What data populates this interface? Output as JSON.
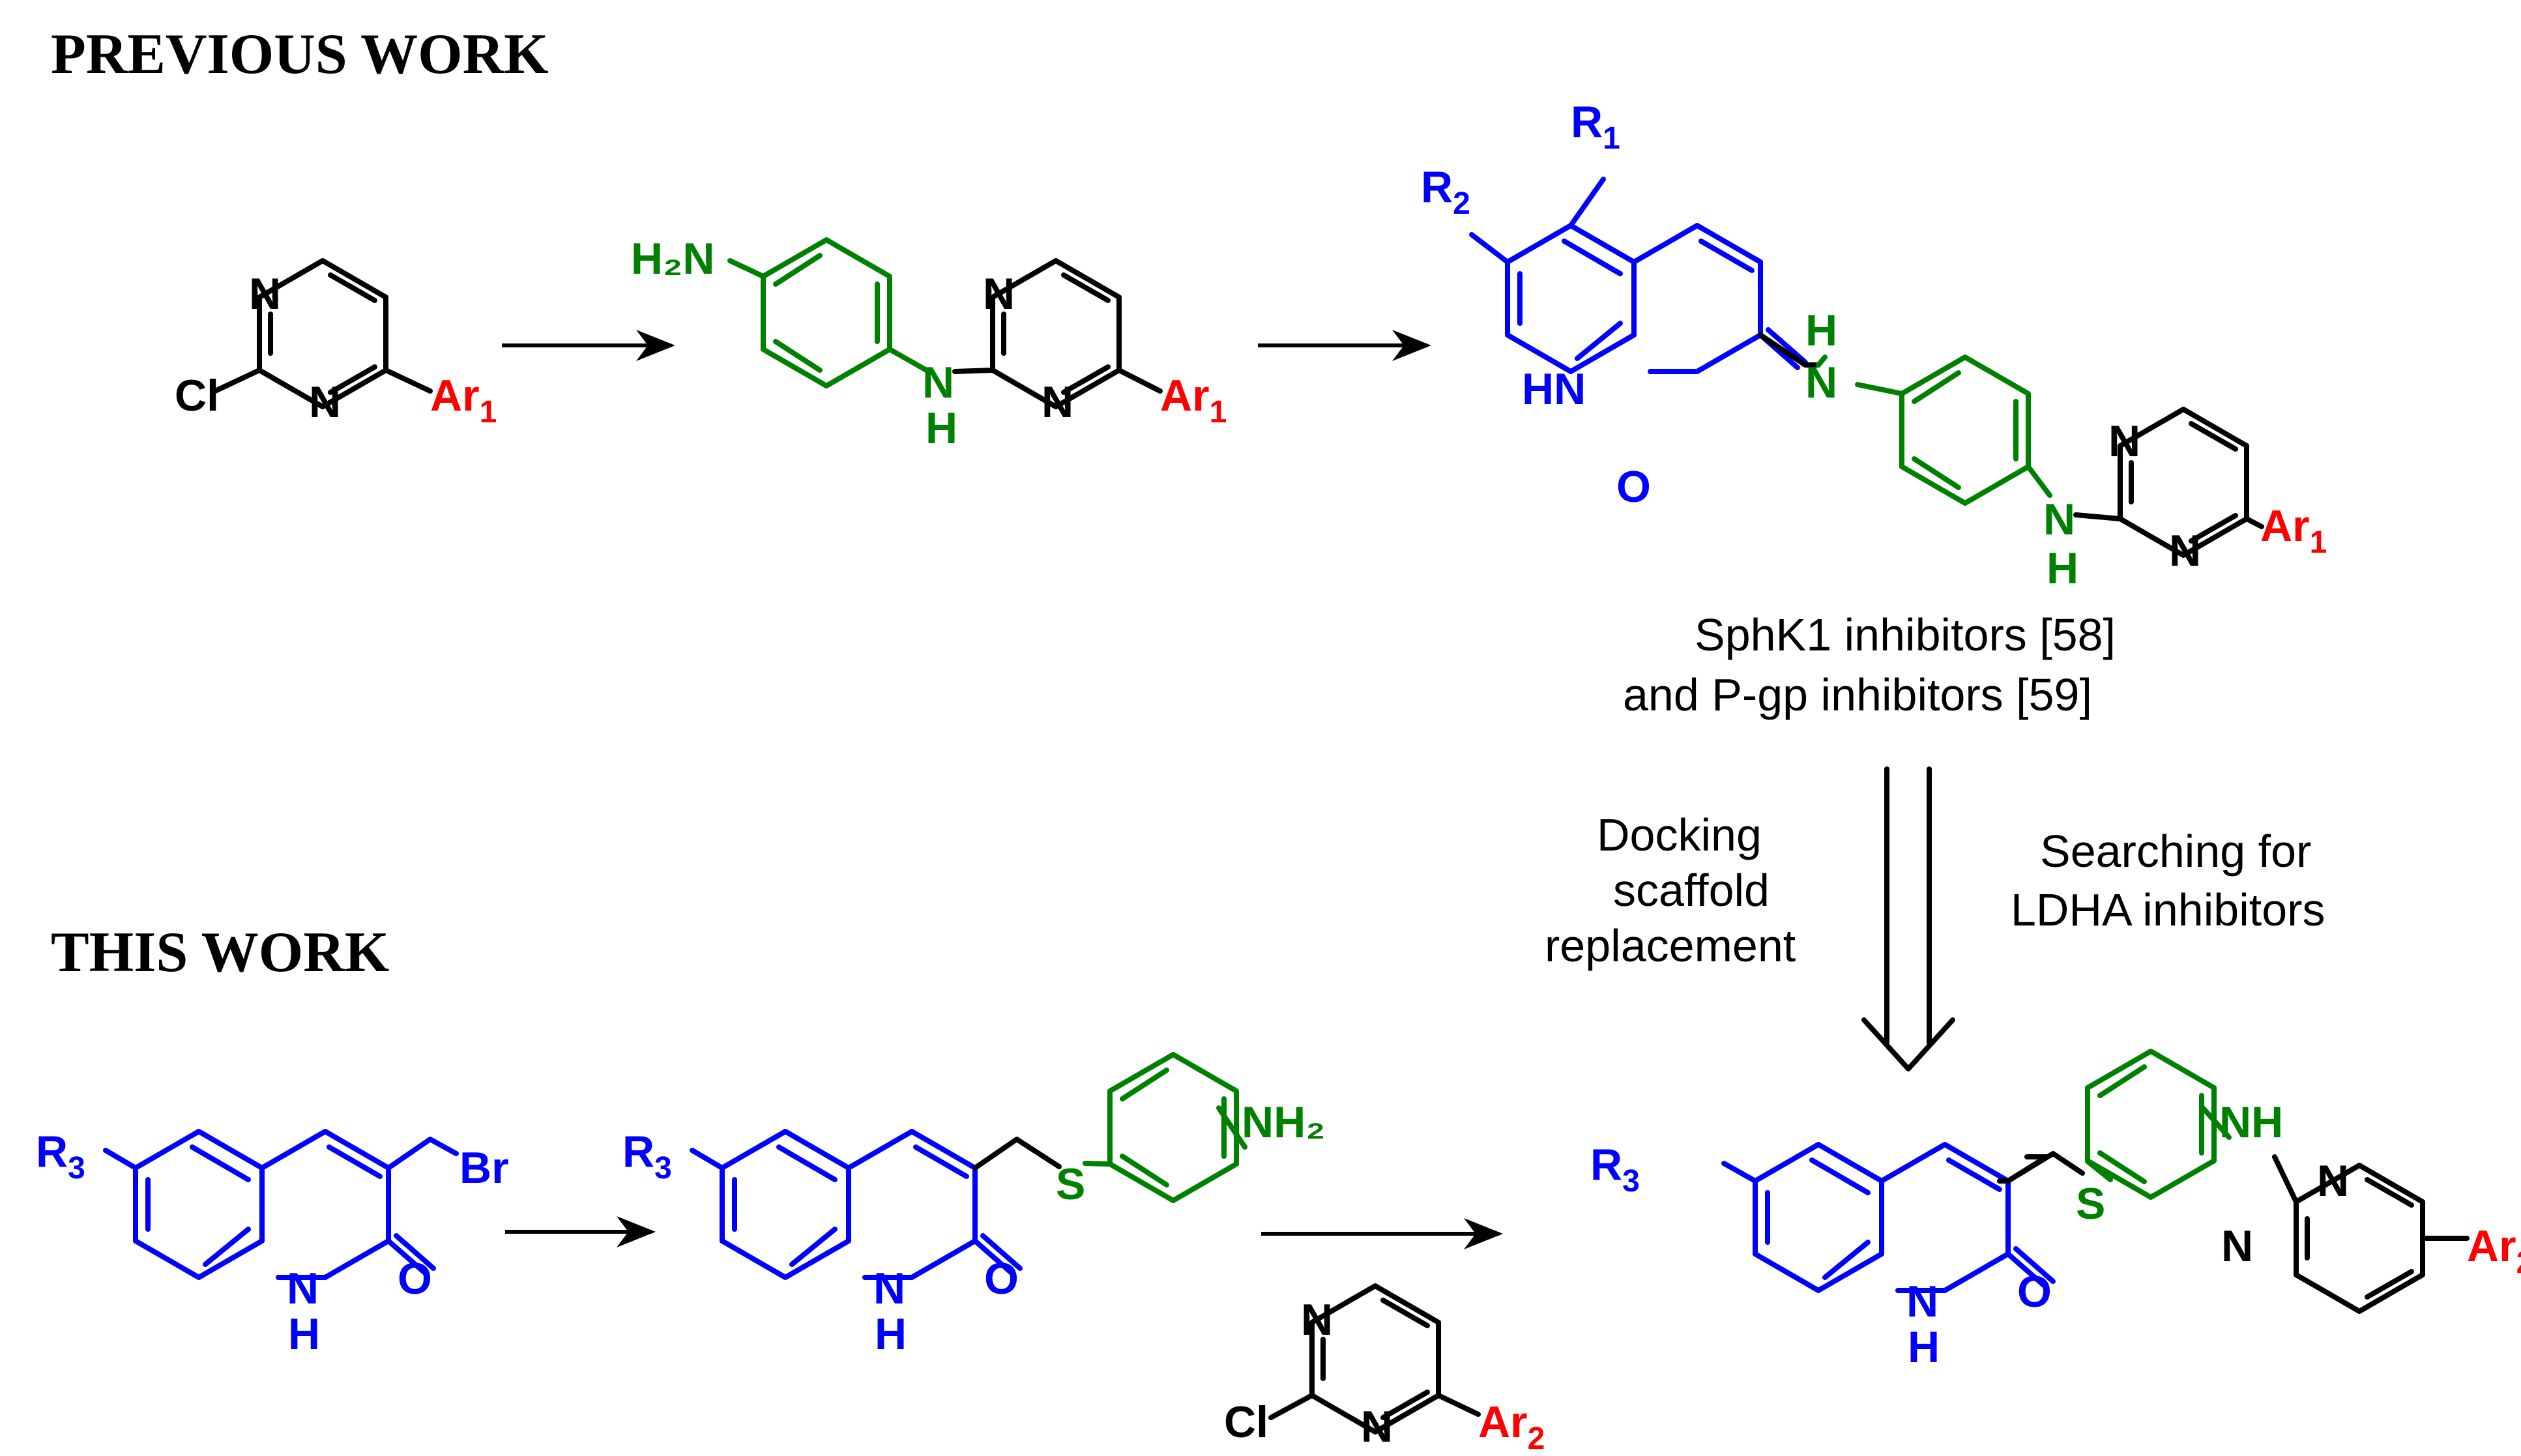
{
  "headings": {
    "previous": "PREVIOUS WORK",
    "this": "THIS WORK"
  },
  "captions": {
    "sphk1": "SphK1 inhibitors [58]",
    "pgp": "and P-gp inhibitors  [59]",
    "docking_1": "Docking",
    "docking_2": "scaffold",
    "docking_3": "replacement",
    "search_1": "Searching for",
    "search_2": "LDHA inhibitors"
  },
  "atoms": {
    "cl": "Cl",
    "n": "N",
    "h": "H",
    "o": "O",
    "s": "S",
    "br": "Br",
    "hn": "HN",
    "nh": "NH",
    "h2n": "H₂N",
    "nh2": "NH₂",
    "ar": "Ar",
    "r": "R",
    "sub_1": "1",
    "sub_2": "2",
    "sub_3": "3"
  },
  "colors": {
    "scaffold": "#0000ff",
    "linker": "#008000",
    "aryl": "#ff0000",
    "core": "#000000"
  }
}
